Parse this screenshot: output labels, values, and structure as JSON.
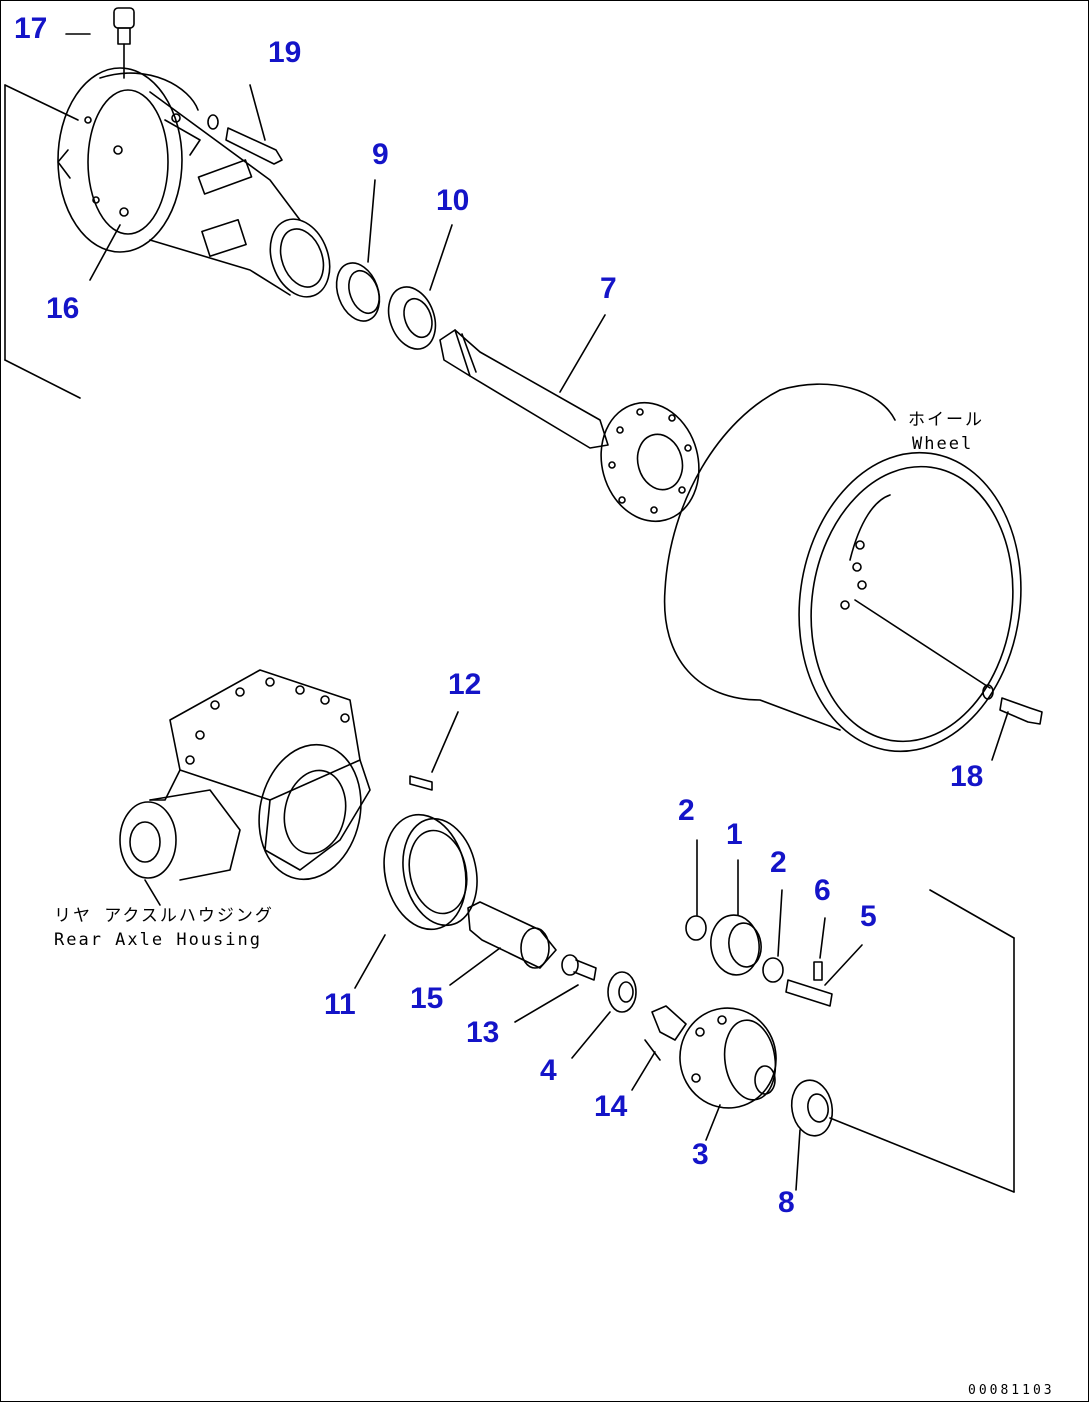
{
  "theme": {
    "callout_color": "#1414c8",
    "line_color": "#000000",
    "background": "#ffffff"
  },
  "callouts": [
    {
      "id": "17",
      "label": "17"
    },
    {
      "id": "19",
      "label": "19"
    },
    {
      "id": "16",
      "label": "16"
    },
    {
      "id": "9",
      "label": "9"
    },
    {
      "id": "10",
      "label": "10"
    },
    {
      "id": "7",
      "label": "7"
    },
    {
      "id": "12",
      "label": "12"
    },
    {
      "id": "18",
      "label": "18"
    },
    {
      "id": "2a",
      "label": "2"
    },
    {
      "id": "1",
      "label": "1"
    },
    {
      "id": "2b",
      "label": "2"
    },
    {
      "id": "6",
      "label": "6"
    },
    {
      "id": "5",
      "label": "5"
    },
    {
      "id": "11",
      "label": "11"
    },
    {
      "id": "15",
      "label": "15"
    },
    {
      "id": "13",
      "label": "13"
    },
    {
      "id": "4",
      "label": "4"
    },
    {
      "id": "14",
      "label": "14"
    },
    {
      "id": "3",
      "label": "3"
    },
    {
      "id": "8",
      "label": "8"
    }
  ],
  "notes": {
    "wheel_jp": "ホイール",
    "wheel_en": "Wheel",
    "housing_jp": "リヤ アクスルハウジング",
    "housing_en": "Rear Axle Housing"
  },
  "drawing_code": "00081103"
}
